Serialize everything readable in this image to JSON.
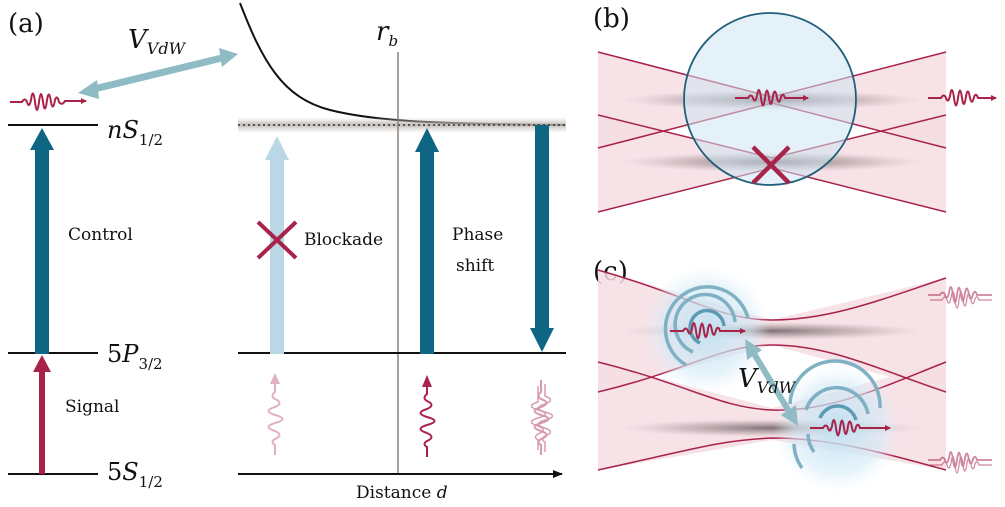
{
  "panels": {
    "a": {
      "tag": "(a)"
    },
    "b": {
      "tag": "(b)"
    },
    "c": {
      "tag": "(c)"
    }
  },
  "levels": {
    "ground": {
      "main": "5",
      "letter": "S",
      "sub": "1/2"
    },
    "intermediate": {
      "main": "5",
      "letter": "P",
      "sub": "3/2"
    },
    "rydberg": {
      "main": "n",
      "letter": "S",
      "sub": "1/2"
    }
  },
  "transitions": {
    "signal": "Signal",
    "control": "Control"
  },
  "interaction": {
    "symbol": "V",
    "subscript": "VdW"
  },
  "blockade_radius": {
    "symbol": "r",
    "subscript": "b"
  },
  "processes": {
    "blockade": "Blockade",
    "phase_shift_line1": "Phase",
    "phase_shift_line2": "shift"
  },
  "axis": {
    "label_text": "Distance ",
    "label_var": "d"
  },
  "colors": {
    "crimson": "#a8234a",
    "teal_dark": "#0f6584",
    "teal_light": "#b9d7e4",
    "vdw_arrow": "#8fbbc4",
    "beam_fill": "#f5dde3",
    "bubble_fill": "#cfe5f3",
    "bubble_stroke": "#1f5f7a"
  }
}
